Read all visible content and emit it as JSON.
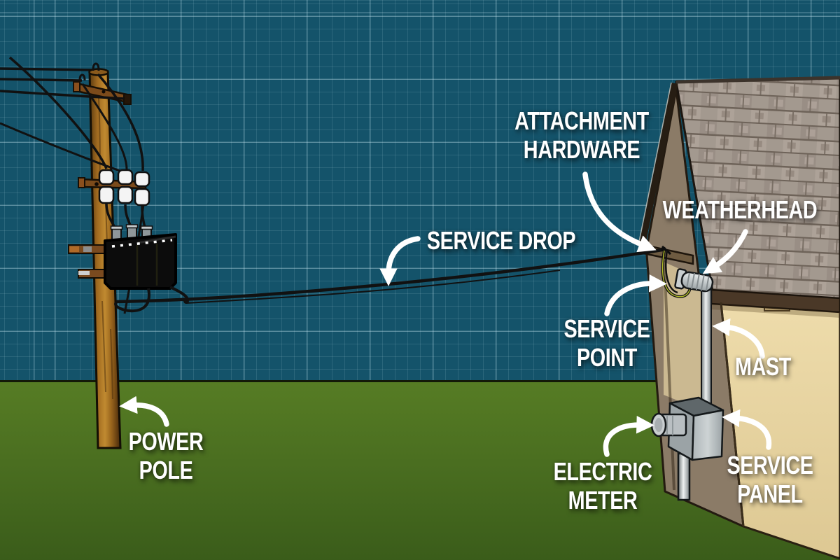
{
  "palette": {
    "sky": "#14536a",
    "grid_line": "#cdebf5",
    "grass_top": "#567c24",
    "grass_bottom": "#3a5c1a",
    "label_text": "#ffffff",
    "arrow": "#ffffff",
    "pole_wood": "#b07a28",
    "transformer_black": "#0c0c0c",
    "insulator_white": "#f4f4f4",
    "roof_shingle": "#a3998f",
    "gable_wall": "#8b7b67",
    "front_wall": "#ecd9a9",
    "trim_dark_brown": "#4a3827",
    "metal_gray": "#c6cbcd",
    "wire_black": "#111111",
    "drip_loop_stripe": "#c9d42c"
  },
  "diagram": {
    "labels": [
      {
        "id": "attachment-hardware",
        "lines": [
          "ATTACHMENT",
          "HARDWARE"
        ]
      },
      {
        "id": "weatherhead",
        "lines": [
          "WEATHERHEAD"
        ]
      },
      {
        "id": "service-drop",
        "lines": [
          "SERVICE DROP"
        ]
      },
      {
        "id": "service-point",
        "lines": [
          "SERVICE",
          "POINT"
        ]
      },
      {
        "id": "mast",
        "lines": [
          "MAST"
        ]
      },
      {
        "id": "power-pole",
        "lines": [
          "POWER",
          "POLE"
        ]
      },
      {
        "id": "electric-meter",
        "lines": [
          "ELECTRIC",
          "METER"
        ]
      },
      {
        "id": "service-panel",
        "lines": [
          "SERVICE",
          "PANEL"
        ]
      }
    ]
  }
}
